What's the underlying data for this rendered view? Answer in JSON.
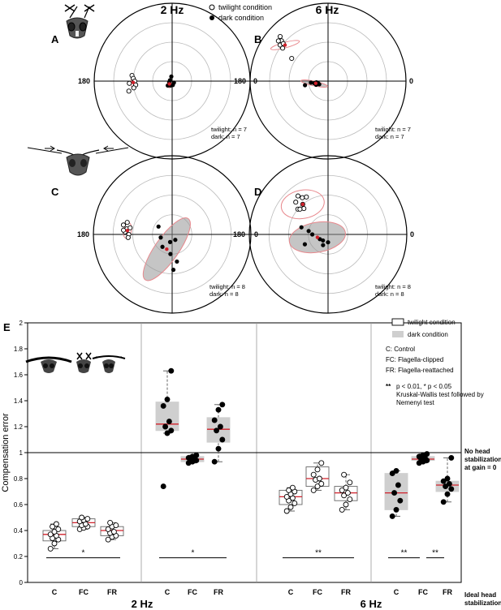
{
  "headers": {
    "freq_2": "2 Hz",
    "freq_6": "6 Hz"
  },
  "legend": {
    "twilight": "twilight condition",
    "dark": "dark condition"
  },
  "chart_data": [
    {
      "type": "polar",
      "panel": "A",
      "angle_labels": [
        "180",
        "0"
      ],
      "counts": [
        "twilight: n = 7",
        "dark: n = 7"
      ],
      "twilight_points": [
        [
          0.52,
          172
        ],
        [
          0.5,
          176
        ],
        [
          0.48,
          180
        ],
        [
          0.55,
          183
        ],
        [
          0.47,
          186
        ],
        [
          0.5,
          190
        ],
        [
          0.57,
          193
        ]
      ],
      "dark_points": [
        [
          0.06,
          100
        ],
        [
          0.03,
          160
        ],
        [
          0.04,
          200
        ],
        [
          0.06,
          250
        ],
        [
          0.05,
          280
        ],
        [
          0.08,
          225
        ],
        [
          0.03,
          320
        ]
      ],
      "twilight_ellipse": {
        "r": 0.5,
        "theta": 182,
        "major": 0.14,
        "minor": 0.06,
        "rot": 90
      },
      "dark_ellipse": {
        "r": 0.05,
        "theta": 225,
        "major": 0.1,
        "minor": 0.05,
        "rot": 90
      },
      "twilight_mean": [
        0.5,
        182
      ],
      "dark_mean": [
        0.05,
        225
      ]
    },
    {
      "type": "polar",
      "panel": "B",
      "angle_labels": [
        "180",
        "0"
      ],
      "counts": [
        "twilight: n = 7",
        "dark: n = 7"
      ],
      "twilight_points": [
        [
          0.79,
          139
        ],
        [
          0.82,
          141
        ],
        [
          0.77,
          143
        ],
        [
          0.84,
          137
        ],
        [
          0.75,
          140
        ],
        [
          0.55,
          148
        ],
        [
          0.72,
          144
        ]
      ],
      "dark_points": [
        [
          0.12,
          200
        ],
        [
          0.13,
          192
        ],
        [
          0.15,
          186
        ],
        [
          0.18,
          188
        ],
        [
          0.22,
          185
        ],
        [
          0.3,
          190
        ],
        [
          0.16,
          197
        ]
      ],
      "twilight_ellipse": {
        "r": 0.72,
        "theta": 140,
        "major": 0.38,
        "minor": 0.07,
        "rot": 15
      },
      "dark_ellipse": {
        "r": 0.18,
        "theta": 190,
        "major": 0.35,
        "minor": 0.06,
        "rot": -12
      },
      "twilight_mean": [
        0.72,
        140
      ],
      "dark_mean": [
        0.16,
        190
      ]
    },
    {
      "type": "polar",
      "panel": "C",
      "angle_labels": [
        "180",
        "0"
      ],
      "counts": [
        "twilight: n = 8",
        "dark: n = 8"
      ],
      "twilight_points": [
        [
          0.59,
          165
        ],
        [
          0.63,
          169
        ],
        [
          0.58,
          173
        ],
        [
          0.6,
          177
        ],
        [
          0.55,
          180
        ],
        [
          0.56,
          184
        ],
        [
          0.54,
          171
        ],
        [
          0.62,
          175
        ]
      ],
      "dark_points": [
        [
          0.2,
          150
        ],
        [
          0.15,
          195
        ],
        [
          0.1,
          255
        ],
        [
          0.25,
          265
        ],
        [
          0.35,
          280
        ],
        [
          0.45,
          272
        ],
        [
          0.2,
          232
        ],
        [
          0.08,
          300
        ]
      ],
      "twilight_ellipse": {
        "r": 0.57,
        "theta": 175,
        "major": 0.2,
        "minor": 0.1,
        "rot": 80
      },
      "dark_ellipse": {
        "r": 0.2,
        "theta": 250,
        "major": 0.95,
        "minor": 0.3,
        "rot": 55
      },
      "twilight_mean": [
        0.57,
        175
      ],
      "dark_mean": [
        0.2,
        250
      ]
    },
    {
      "type": "polar",
      "panel": "D",
      "angle_labels": [
        "180",
        "0"
      ],
      "counts": [
        "twilight: n = 8",
        "dark: n = 8"
      ],
      "twilight_points": [
        [
          0.55,
          120
        ],
        [
          0.57,
          125
        ],
        [
          0.5,
          130
        ],
        [
          0.45,
          133
        ],
        [
          0.58,
          135
        ],
        [
          0.5,
          140
        ],
        [
          0.48,
          138
        ],
        [
          0.62,
          128
        ]
      ],
      "dark_points": [
        [
          0.35,
          165
        ],
        [
          0.25,
          170
        ],
        [
          0.12,
          210
        ],
        [
          0.1,
          230
        ],
        [
          0.15,
          245
        ],
        [
          0.32,
          203
        ],
        [
          0.2,
          180
        ],
        [
          0.1,
          270
        ]
      ],
      "twilight_ellipse": {
        "r": 0.5,
        "theta": 130,
        "major": 0.55,
        "minor": 0.36,
        "rot": 10
      },
      "dark_ellipse": {
        "r": 0.14,
        "theta": 195,
        "major": 0.72,
        "minor": 0.38,
        "rot": 10
      },
      "twilight_mean": [
        0.5,
        130
      ],
      "dark_mean": [
        0.14,
        195
      ]
    },
    {
      "type": "box",
      "panel": "E",
      "ylabel": "Compensation error",
      "ylim": [
        0,
        2
      ],
      "yticks": [
        "0",
        "0.2",
        "0.4",
        "0.6",
        "0.8",
        "1",
        "1.2",
        "1.4",
        "1.6",
        "1.8",
        "2"
      ],
      "categories": [
        "C",
        "FC",
        "FR"
      ],
      "group_labels": [
        "2 Hz",
        "6 Hz"
      ],
      "legend": [
        "twilight condition",
        "dark condition"
      ],
      "notes": [
        "C: Control",
        "FC: Flagella-clipped",
        "FR: Flagella-reattached",
        "p < 0.01, * p < 0.05",
        "Kruskal-Wallis test followed by",
        "Nemenyi test"
      ],
      "note_marker": "**",
      "reference_lines": [
        {
          "y": 1,
          "label": [
            "No head",
            "stabilization",
            "at gain = 0"
          ]
        },
        {
          "y": 0,
          "label": [
            "Ideal head",
            "stabilization"
          ]
        }
      ],
      "boxes": [
        {
          "freq": "2 Hz",
          "condition": "twilight",
          "category": "C",
          "median": 0.37,
          "q1": 0.32,
          "q3": 0.4,
          "whisker": [
            0.26,
            0.45
          ],
          "points": [
            0.26,
            0.3,
            0.33,
            0.34,
            0.36,
            0.37,
            0.39,
            0.41,
            0.43,
            0.45
          ]
        },
        {
          "freq": "2 Hz",
          "condition": "twilight",
          "category": "FC",
          "median": 0.46,
          "q1": 0.43,
          "q3": 0.49,
          "whisker": [
            0.41,
            0.5
          ],
          "points": [
            0.41,
            0.42,
            0.43,
            0.44,
            0.45,
            0.47,
            0.48,
            0.49,
            0.5
          ]
        },
        {
          "freq": "2 Hz",
          "condition": "twilight",
          "category": "FR",
          "median": 0.4,
          "q1": 0.36,
          "q3": 0.43,
          "whisker": [
            0.33,
            0.46
          ],
          "points": [
            0.33,
            0.35,
            0.36,
            0.38,
            0.39,
            0.41,
            0.43,
            0.44,
            0.46
          ]
        },
        {
          "freq": "2 Hz",
          "condition": "dark",
          "category": "C",
          "median": 1.22,
          "q1": 1.17,
          "q3": 1.39,
          "whisker": [
            1.15,
            1.63
          ],
          "points": [
            0.74,
            1.15,
            1.17,
            1.2,
            1.24,
            1.36,
            1.41,
            1.63
          ]
        },
        {
          "freq": "2 Hz",
          "condition": "dark",
          "category": "FC",
          "median": 0.95,
          "q1": 0.93,
          "q3": 0.97,
          "whisker": [
            0.92,
            0.98
          ],
          "points": [
            0.92,
            0.93,
            0.94,
            0.95,
            0.95,
            0.96,
            0.97,
            0.98
          ]
        },
        {
          "freq": "2 Hz",
          "condition": "dark",
          "category": "FR",
          "median": 1.18,
          "q1": 1.08,
          "q3": 1.27,
          "whisker": [
            0.93,
            1.37
          ],
          "points": [
            0.93,
            1.03,
            1.1,
            1.17,
            1.2,
            1.25,
            1.33,
            1.37
          ]
        },
        {
          "freq": "6 Hz",
          "condition": "twilight",
          "category": "C",
          "median": 0.66,
          "q1": 0.6,
          "q3": 0.71,
          "whisker": [
            0.55,
            0.73
          ],
          "points": [
            0.55,
            0.58,
            0.61,
            0.63,
            0.65,
            0.66,
            0.68,
            0.7,
            0.71,
            0.73
          ]
        },
        {
          "freq": "6 Hz",
          "condition": "twilight",
          "category": "FC",
          "median": 0.8,
          "q1": 0.74,
          "q3": 0.89,
          "whisker": [
            0.71,
            0.92
          ],
          "points": [
            0.71,
            0.74,
            0.76,
            0.79,
            0.8,
            0.83,
            0.87,
            0.92
          ]
        },
        {
          "freq": "6 Hz",
          "condition": "twilight",
          "category": "FR",
          "median": 0.69,
          "q1": 0.63,
          "q3": 0.74,
          "whisker": [
            0.56,
            0.83
          ],
          "points": [
            0.56,
            0.6,
            0.64,
            0.67,
            0.69,
            0.71,
            0.73,
            0.77,
            0.83
          ]
        },
        {
          "freq": "6 Hz",
          "condition": "dark",
          "category": "C",
          "median": 0.69,
          "q1": 0.56,
          "q3": 0.84,
          "whisker": [
            0.51,
            0.86
          ],
          "points": [
            0.51,
            0.56,
            0.63,
            0.69,
            0.75,
            0.84,
            0.86
          ]
        },
        {
          "freq": "6 Hz",
          "condition": "dark",
          "category": "FC",
          "median": 0.95,
          "q1": 0.94,
          "q3": 0.97,
          "whisker": [
            0.92,
            0.99
          ],
          "points": [
            0.92,
            0.93,
            0.94,
            0.95,
            0.96,
            0.97,
            0.98,
            0.99
          ]
        },
        {
          "freq": "6 Hz",
          "condition": "dark",
          "category": "FR",
          "median": 0.75,
          "q1": 0.7,
          "q3": 0.78,
          "whisker": [
            0.62,
            0.96
          ],
          "points": [
            0.62,
            0.68,
            0.72,
            0.74,
            0.76,
            0.78,
            0.8,
            0.96
          ]
        }
      ],
      "significance": [
        {
          "freq": "2 Hz",
          "condition": "twilight",
          "label": "*",
          "from": "C",
          "to": "FR"
        },
        {
          "freq": "2 Hz",
          "condition": "dark",
          "label": "*",
          "from": "C",
          "to": "FR"
        },
        {
          "freq": "6 Hz",
          "condition": "twilight",
          "label": "**",
          "from": "C",
          "to": "FR"
        },
        {
          "freq": "6 Hz",
          "condition": "dark",
          "label": "**",
          "from": "C",
          "to": "FC"
        },
        {
          "freq": "6 Hz",
          "condition": "dark",
          "label": "**",
          "from": "FC",
          "to": "FR"
        }
      ]
    }
  ]
}
